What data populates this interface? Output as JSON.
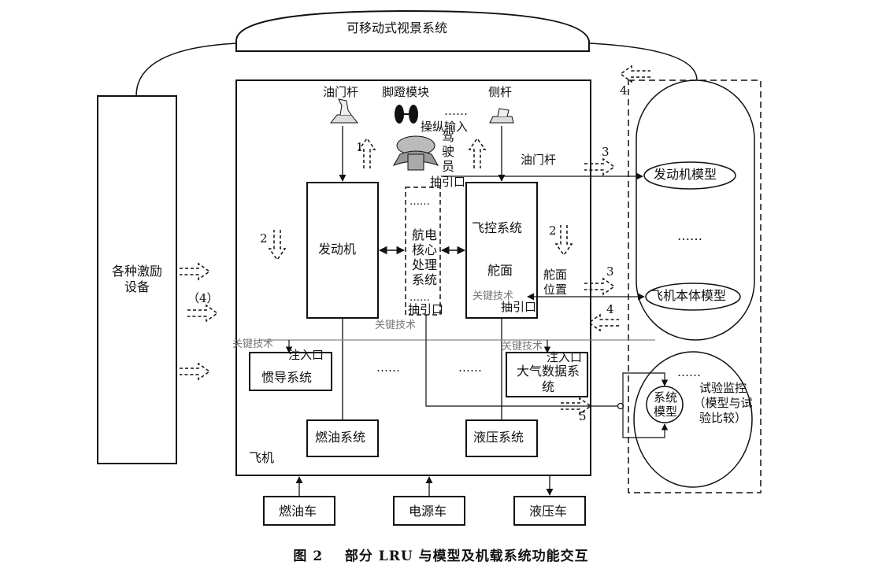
{
  "visual_system": "可移动式视景系统",
  "stimulus_device": "各种激励设备",
  "aircraft": "飞机",
  "controls": {
    "throttle": "油门杆",
    "pedal": "脚蹬模块",
    "side_stick": "侧杆",
    "dots": "……"
  },
  "pilot": {
    "label": "驾驶员",
    "input": "操纵输入"
  },
  "engine": "发动机",
  "avionics": {
    "label": "航电核心处理系统",
    "dots_top": "……",
    "dots_bottom": "……"
  },
  "flight_control": {
    "title": "飞控系统",
    "surface": "舵面"
  },
  "inertial": "惯导系统",
  "air_data": "大气数据系统",
  "fuel_system": "燃油系统",
  "hydraulic_system": "液压系统",
  "fuel_cart": "燃油车",
  "power_cart": "电源车",
  "hydraulic_cart": "液压车",
  "models": {
    "engine": "发动机模型",
    "airframe": "飞机本体模型",
    "dots": "……"
  },
  "monitor": {
    "title": "试验监控（模型与试验比较）",
    "model": "系统模型",
    "dots": "……"
  },
  "signals": {
    "throttle_out": "油门杆",
    "surface_position": "舵面位置",
    "extract_port": "抽引口",
    "inject_port": "注入口",
    "key_tech": "关键技术",
    "paren4": "（4）"
  },
  "arrow_numbers": {
    "n1": "1",
    "n2": "2",
    "n3": "3",
    "n4": "4",
    "n5": "5"
  },
  "dots": "……",
  "caption": {
    "fig": "图 2",
    "text": "部分 LRU 与模型及机载系统功能交互"
  }
}
